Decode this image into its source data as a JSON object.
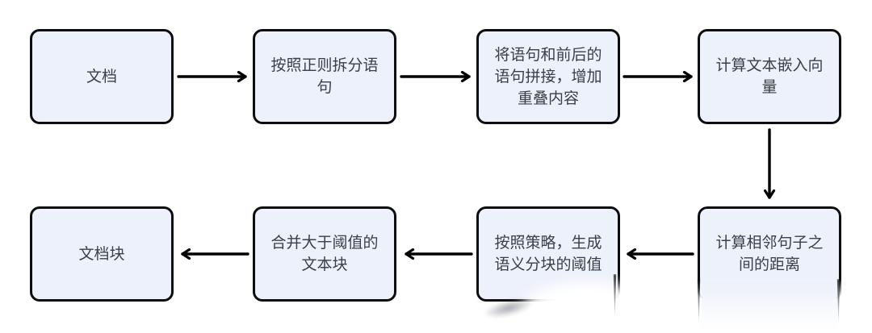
{
  "diagram": {
    "type": "flowchart",
    "title": "",
    "nodes": [
      {
        "id": "document",
        "label": "文档"
      },
      {
        "id": "regex-split",
        "label": "按照正则拆分语\n句"
      },
      {
        "id": "concat-overlap",
        "label": "将语句和前后的\n语句拼接，增加\n重叠内容"
      },
      {
        "id": "embedding-vector",
        "label": "计算文本嵌入向\n量"
      },
      {
        "id": "adjacent-distance",
        "label": "计算相邻句子之\n间的距离"
      },
      {
        "id": "threshold-strategy",
        "label": "按照策略，生成\n语义分块的阈值"
      },
      {
        "id": "merge-chunks",
        "label": "合并大于阈值的\n文本块"
      },
      {
        "id": "document-chunks",
        "label": "文档块"
      }
    ],
    "edges": [
      {
        "from": "document",
        "to": "regex-split",
        "direction": "right"
      },
      {
        "from": "regex-split",
        "to": "concat-overlap",
        "direction": "right"
      },
      {
        "from": "concat-overlap",
        "to": "embedding-vector",
        "direction": "right"
      },
      {
        "from": "embedding-vector",
        "to": "adjacent-distance",
        "direction": "down"
      },
      {
        "from": "adjacent-distance",
        "to": "threshold-strategy",
        "direction": "left"
      },
      {
        "from": "threshold-strategy",
        "to": "merge-chunks",
        "direction": "left"
      },
      {
        "from": "merge-chunks",
        "to": "document-chunks",
        "direction": "left"
      }
    ]
  },
  "colors": {
    "node_fill": "#EDF1FB",
    "node_border": "#0D0D0D",
    "node_text": "#3A4045",
    "arrow": "#000000",
    "background": "#FFFFFF"
  }
}
